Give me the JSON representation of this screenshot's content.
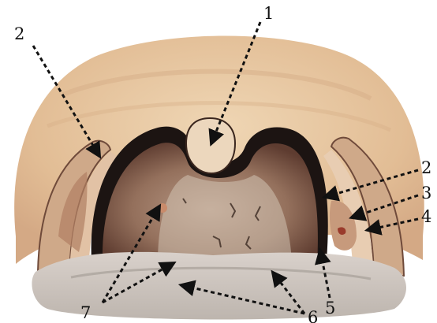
{
  "labels": {
    "l1": "1",
    "l2_left": "2",
    "l2_right": "2",
    "l3": "3",
    "l4": "4",
    "l5": "5",
    "l6": "6",
    "l7": "7"
  },
  "colors": {
    "palate": "#e9c9a2",
    "palate_dark": "#c89a70",
    "throat": "#7a4f3e",
    "throat_inner": "#a97a63",
    "cavity": "#1c1412",
    "tongue": "#dcd8d4",
    "pillar": "#d7b79c",
    "arrow": "#111111"
  }
}
